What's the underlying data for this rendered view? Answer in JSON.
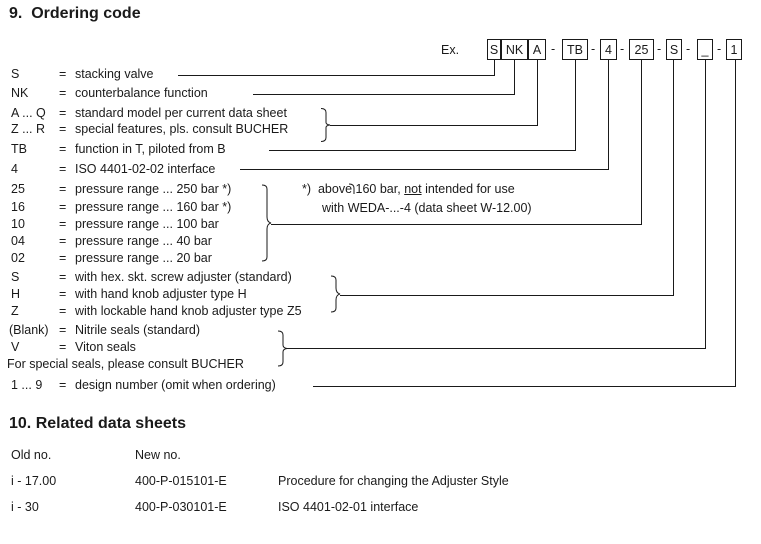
{
  "section9": {
    "number": "9.",
    "title": "Ordering code",
    "example_label": "Ex.",
    "code_boxes": [
      "S",
      "NK",
      "A",
      "TB",
      "4",
      "25",
      "S",
      "_",
      "1"
    ],
    "separator": "-",
    "rows": [
      {
        "code": "S",
        "eq": "=",
        "desc": "stacking valve"
      },
      {
        "code": "NK",
        "eq": "=",
        "desc": "counterbalance function"
      },
      {
        "code": "A ... Q",
        "eq": "=",
        "desc": "standard  model per current data sheet"
      },
      {
        "code": "Z ... R",
        "eq": "=",
        "desc": "special features, pls. consult BUCHER"
      },
      {
        "code": "TB",
        "eq": "=",
        "desc": "function in T, piloted from B"
      },
      {
        "code": "4",
        "eq": "=",
        "desc": "ISO 4401-02-02 interface"
      },
      {
        "code": "25",
        "eq": "=",
        "desc": "pressure range  ... 250 bar  *)"
      },
      {
        "code": "16",
        "eq": "=",
        "desc": "pressure range  ... 160 bar  *)"
      },
      {
        "code": "10",
        "eq": "=",
        "desc": "pressure range  ... 100 bar"
      },
      {
        "code": "04",
        "eq": "=",
        "desc": "pressure range  ...   40 bar"
      },
      {
        "code": "02",
        "eq": "=",
        "desc": "pressure range  ...   20 bar"
      },
      {
        "code": "S",
        "eq": "=",
        "desc": "with hex. skt. screw adjuster (standard)"
      },
      {
        "code": "H",
        "eq": "=",
        "desc": "with hand knob adjuster type H"
      },
      {
        "code": "Z",
        "eq": "=",
        "desc": "with lockable hand knob adjuster type Z5"
      },
      {
        "code": "(Blank)",
        "eq": "=",
        "desc": "Nitrile seals (standard)"
      },
      {
        "code": "V",
        "eq": "=",
        "desc": "Viton seals"
      },
      {
        "code": "1 ... 9",
        "eq": "=",
        "desc": "design number (omit when ordering)"
      }
    ],
    "special_seals_note": "For special seals, please consult BUCHER",
    "footnote_marker": "*)",
    "footnote_line1_a": "above 160 bar,",
    "footnote_line1_b": "not",
    "footnote_line1_c": "intended for use",
    "footnote_line2": "with WEDA-...-4 (data sheet W-12.00)"
  },
  "section10": {
    "number": "10.",
    "title": "Related data sheets",
    "headers": [
      "Old no.",
      "New no."
    ],
    "rows": [
      {
        "old": "i - 17.00",
        "new": "400-P-015101-E",
        "desc": "Procedure for changing the Adjuster Style"
      },
      {
        "old": "i - 30",
        "new": "400-P-030101-E",
        "desc": "ISO 4401-02-01 interface"
      }
    ]
  }
}
